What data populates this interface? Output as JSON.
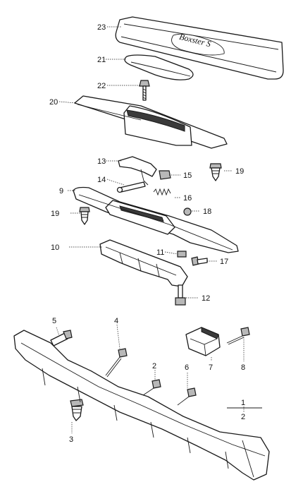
{
  "callouts": [
    "23",
    "21",
    "22",
    "20",
    "13",
    "14",
    "15",
    "19",
    "9",
    "16",
    "19",
    "18",
    "10",
    "11",
    "17",
    "12",
    "5",
    "4",
    "7",
    "8",
    "2",
    "6",
    "1",
    "2",
    "3"
  ],
  "badge_text": "Boxster S",
  "colors": {
    "line": "#1a1a1a",
    "shade": "#3a3a3a",
    "background": "#ffffff"
  }
}
